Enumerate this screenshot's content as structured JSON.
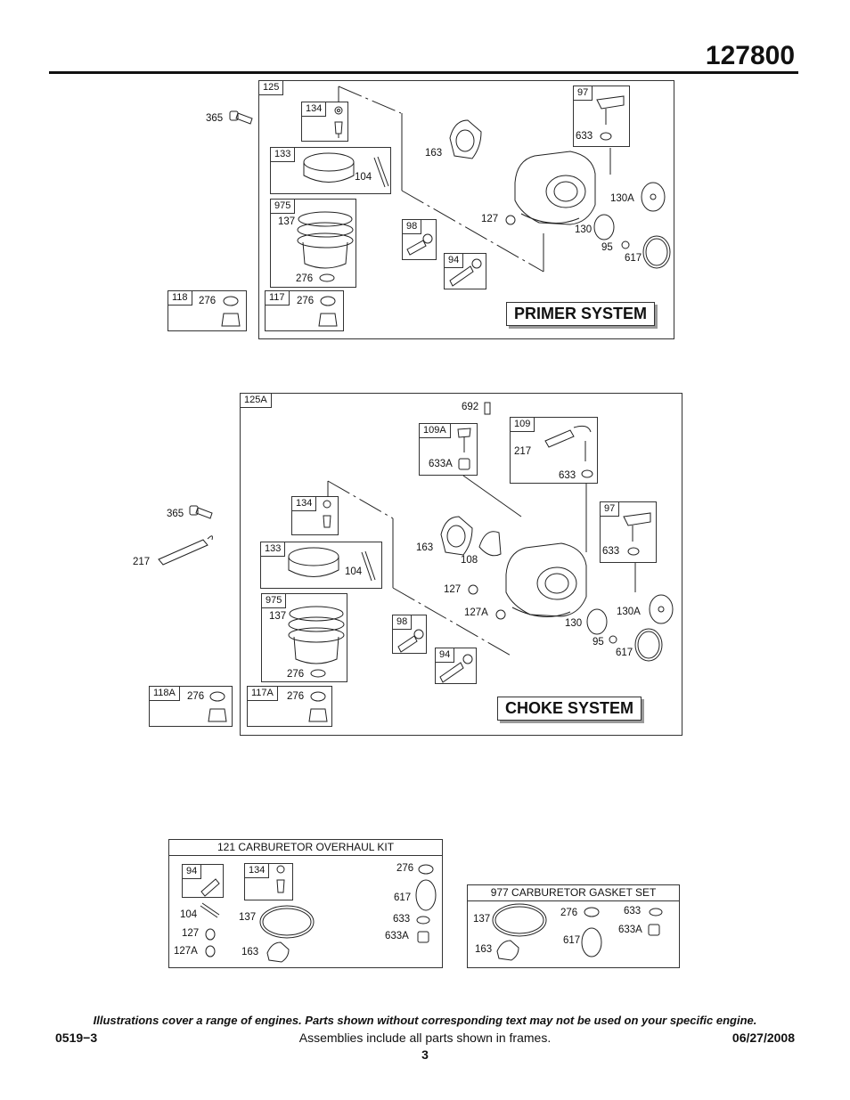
{
  "header": {
    "model_number": "127800"
  },
  "primer": {
    "frame_tag": "125",
    "system_label": "PRIMER SYSTEM",
    "box_134": "134",
    "box_133": "133",
    "box_975": "975",
    "box_98": "98",
    "box_94": "94",
    "box_97": "97",
    "box_118": "118",
    "box_117": "117",
    "l_365": "365",
    "l_104": "104",
    "l_137": "137",
    "l_276a": "276",
    "l_276b": "276",
    "l_276c": "276",
    "l_163": "163",
    "l_127": "127",
    "l_633": "633",
    "l_130A": "130A",
    "l_130": "130",
    "l_95": "95",
    "l_617": "617"
  },
  "choke": {
    "frame_tag": "125A",
    "system_label": "CHOKE SYSTEM",
    "box_134": "134",
    "box_133": "133",
    "box_975": "975",
    "box_98": "98",
    "box_94": "94",
    "box_97": "97",
    "box_109A": "109A",
    "box_109": "109",
    "box_118A": "118A",
    "box_117A": "117A",
    "l_692": "692",
    "l_633A": "633A",
    "l_217a": "217",
    "l_633a": "633",
    "l_365": "365",
    "l_217b": "217",
    "l_104": "104",
    "l_137": "137",
    "l_276a": "276",
    "l_276b": "276",
    "l_276c": "276",
    "l_163": "163",
    "l_108": "108",
    "l_127": "127",
    "l_127A": "127A",
    "l_633b": "633",
    "l_130": "130",
    "l_130A": "130A",
    "l_95": "95",
    "l_617": "617"
  },
  "overhaul_kit": {
    "title": "121 CARBURETOR OVERHAUL KIT",
    "box_94": "94",
    "box_134": "134",
    "l_276": "276",
    "l_617": "617",
    "l_633": "633",
    "l_633A": "633A",
    "l_104": "104",
    "l_127": "127",
    "l_127A": "127A",
    "l_137": "137",
    "l_163": "163"
  },
  "gasket_set": {
    "title": "977 CARBURETOR GASKET SET",
    "l_137": "137",
    "l_276": "276",
    "l_633": "633",
    "l_633A": "633A",
    "l_617": "617",
    "l_163": "163"
  },
  "footer": {
    "note": "Illustrations cover a range of engines. Parts shown without corresponding text may not be used on your specific engine.",
    "doc_code": "0519−3",
    "assemblies_note": "Assemblies include all parts shown in frames.",
    "date": "06/27/2008",
    "page": "3"
  }
}
